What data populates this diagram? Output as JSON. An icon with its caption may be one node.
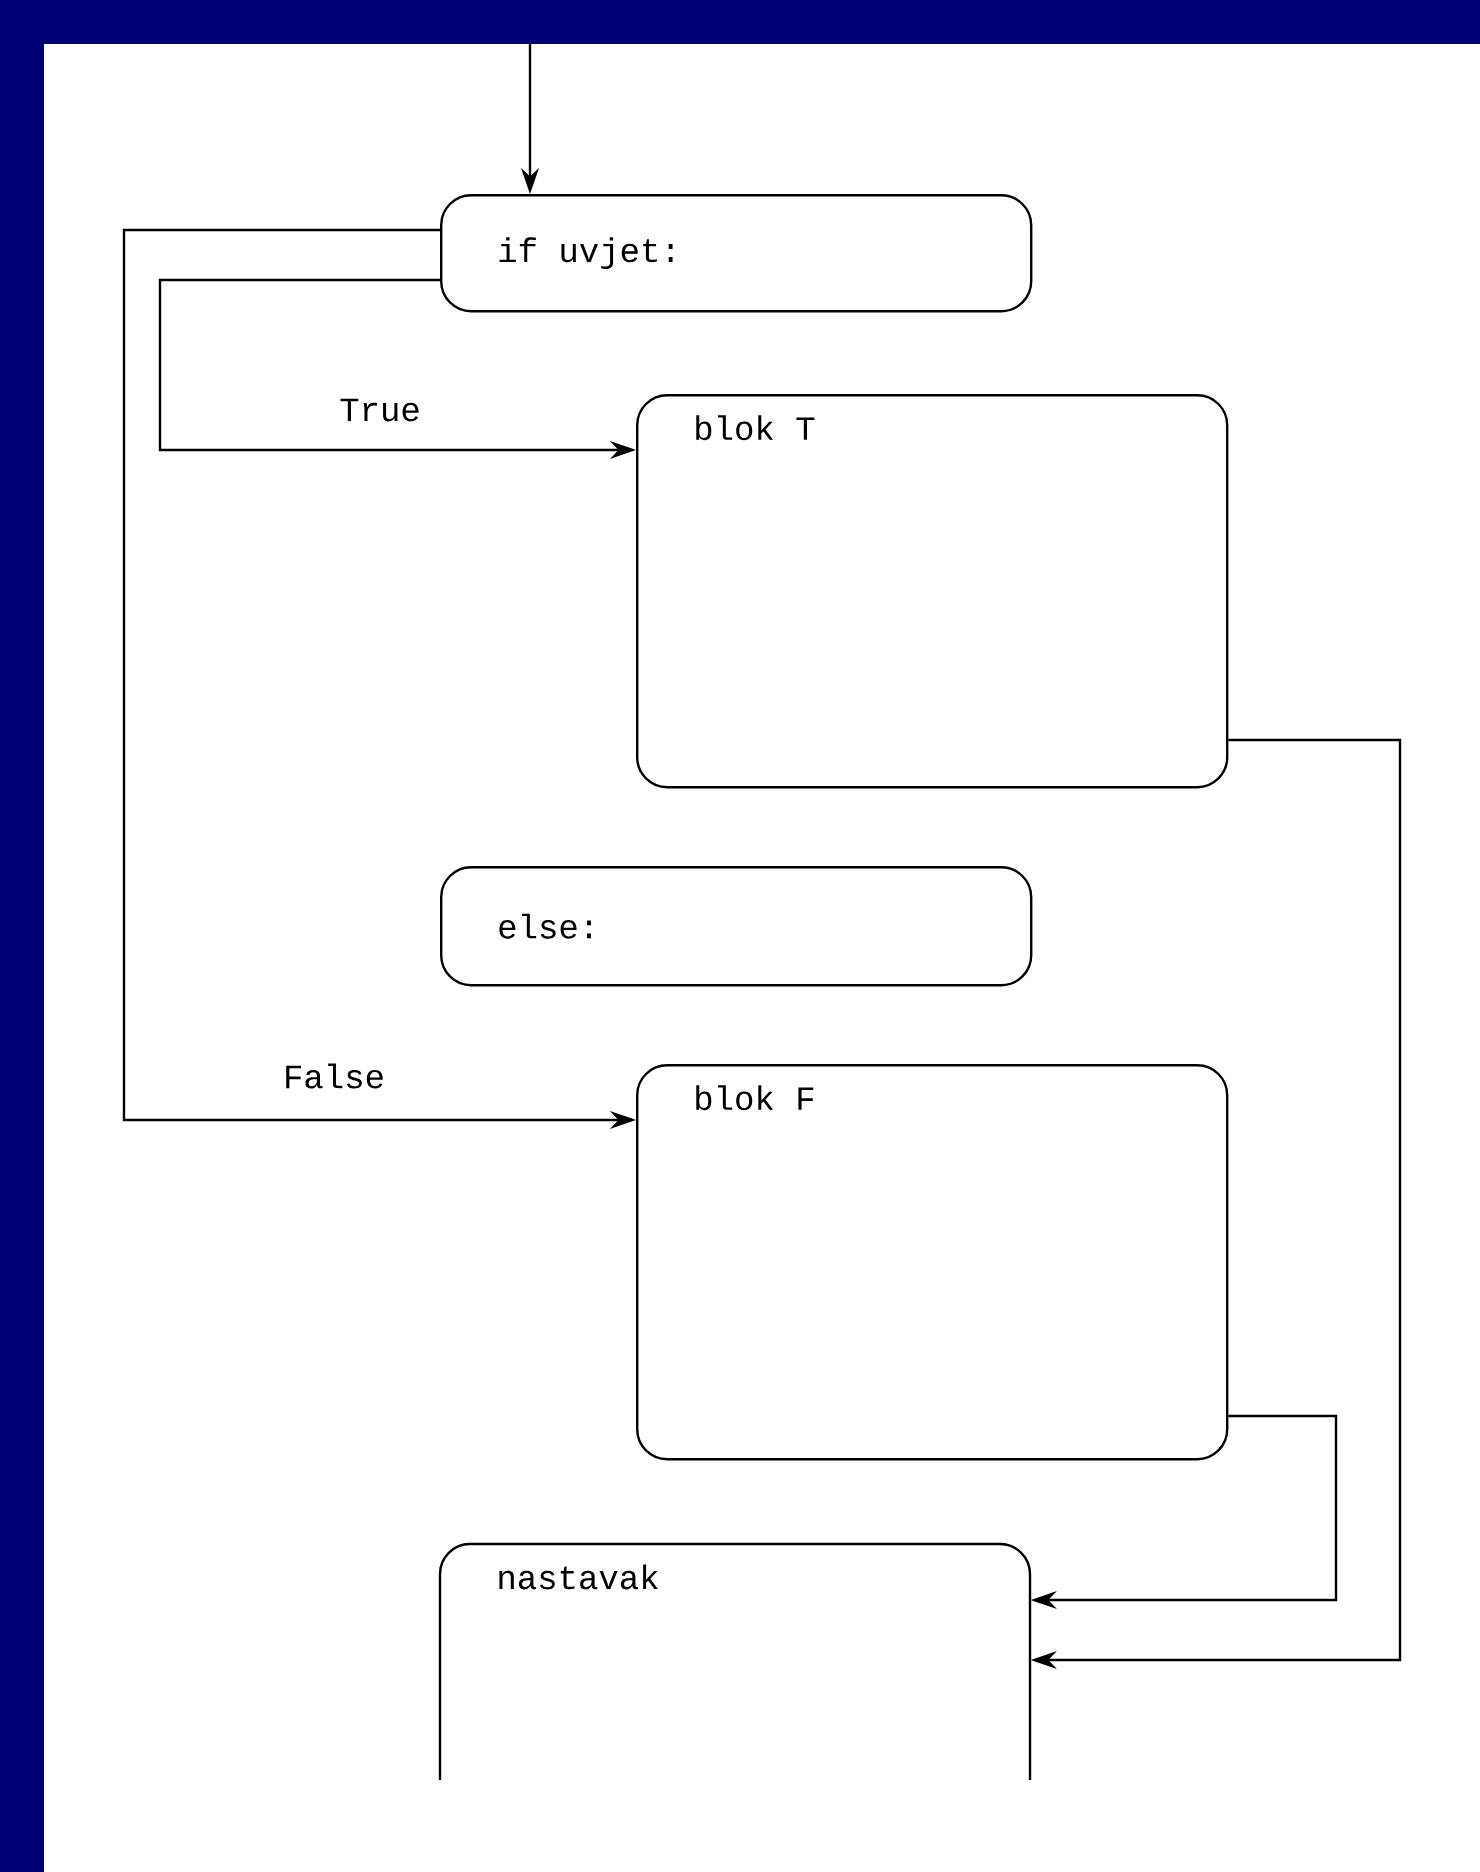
{
  "diagram": {
    "nodes": [
      {
        "text": [
          "if uvjet:"
        ]
      },
      {
        "text": [
          "blok T"
        ]
      },
      {
        "text": [
          "else:"
        ]
      },
      {
        "text": [
          "blok F"
        ]
      },
      {
        "text": [
          "nastavak"
        ]
      }
    ],
    "edges": [
      {
        "from": null,
        "to": 0,
        "arrow": "to"
      },
      {
        "from": 0,
        "to": 1,
        "arrow": "to",
        "label": "True"
      },
      {
        "from": 0,
        "to": 3,
        "arrow": "to",
        "label": "False"
      },
      {
        "from": 1,
        "to": 4,
        "arrow": "to"
      },
      {
        "from": 3,
        "to": 4,
        "arrow": "to"
      }
    ]
  }
}
